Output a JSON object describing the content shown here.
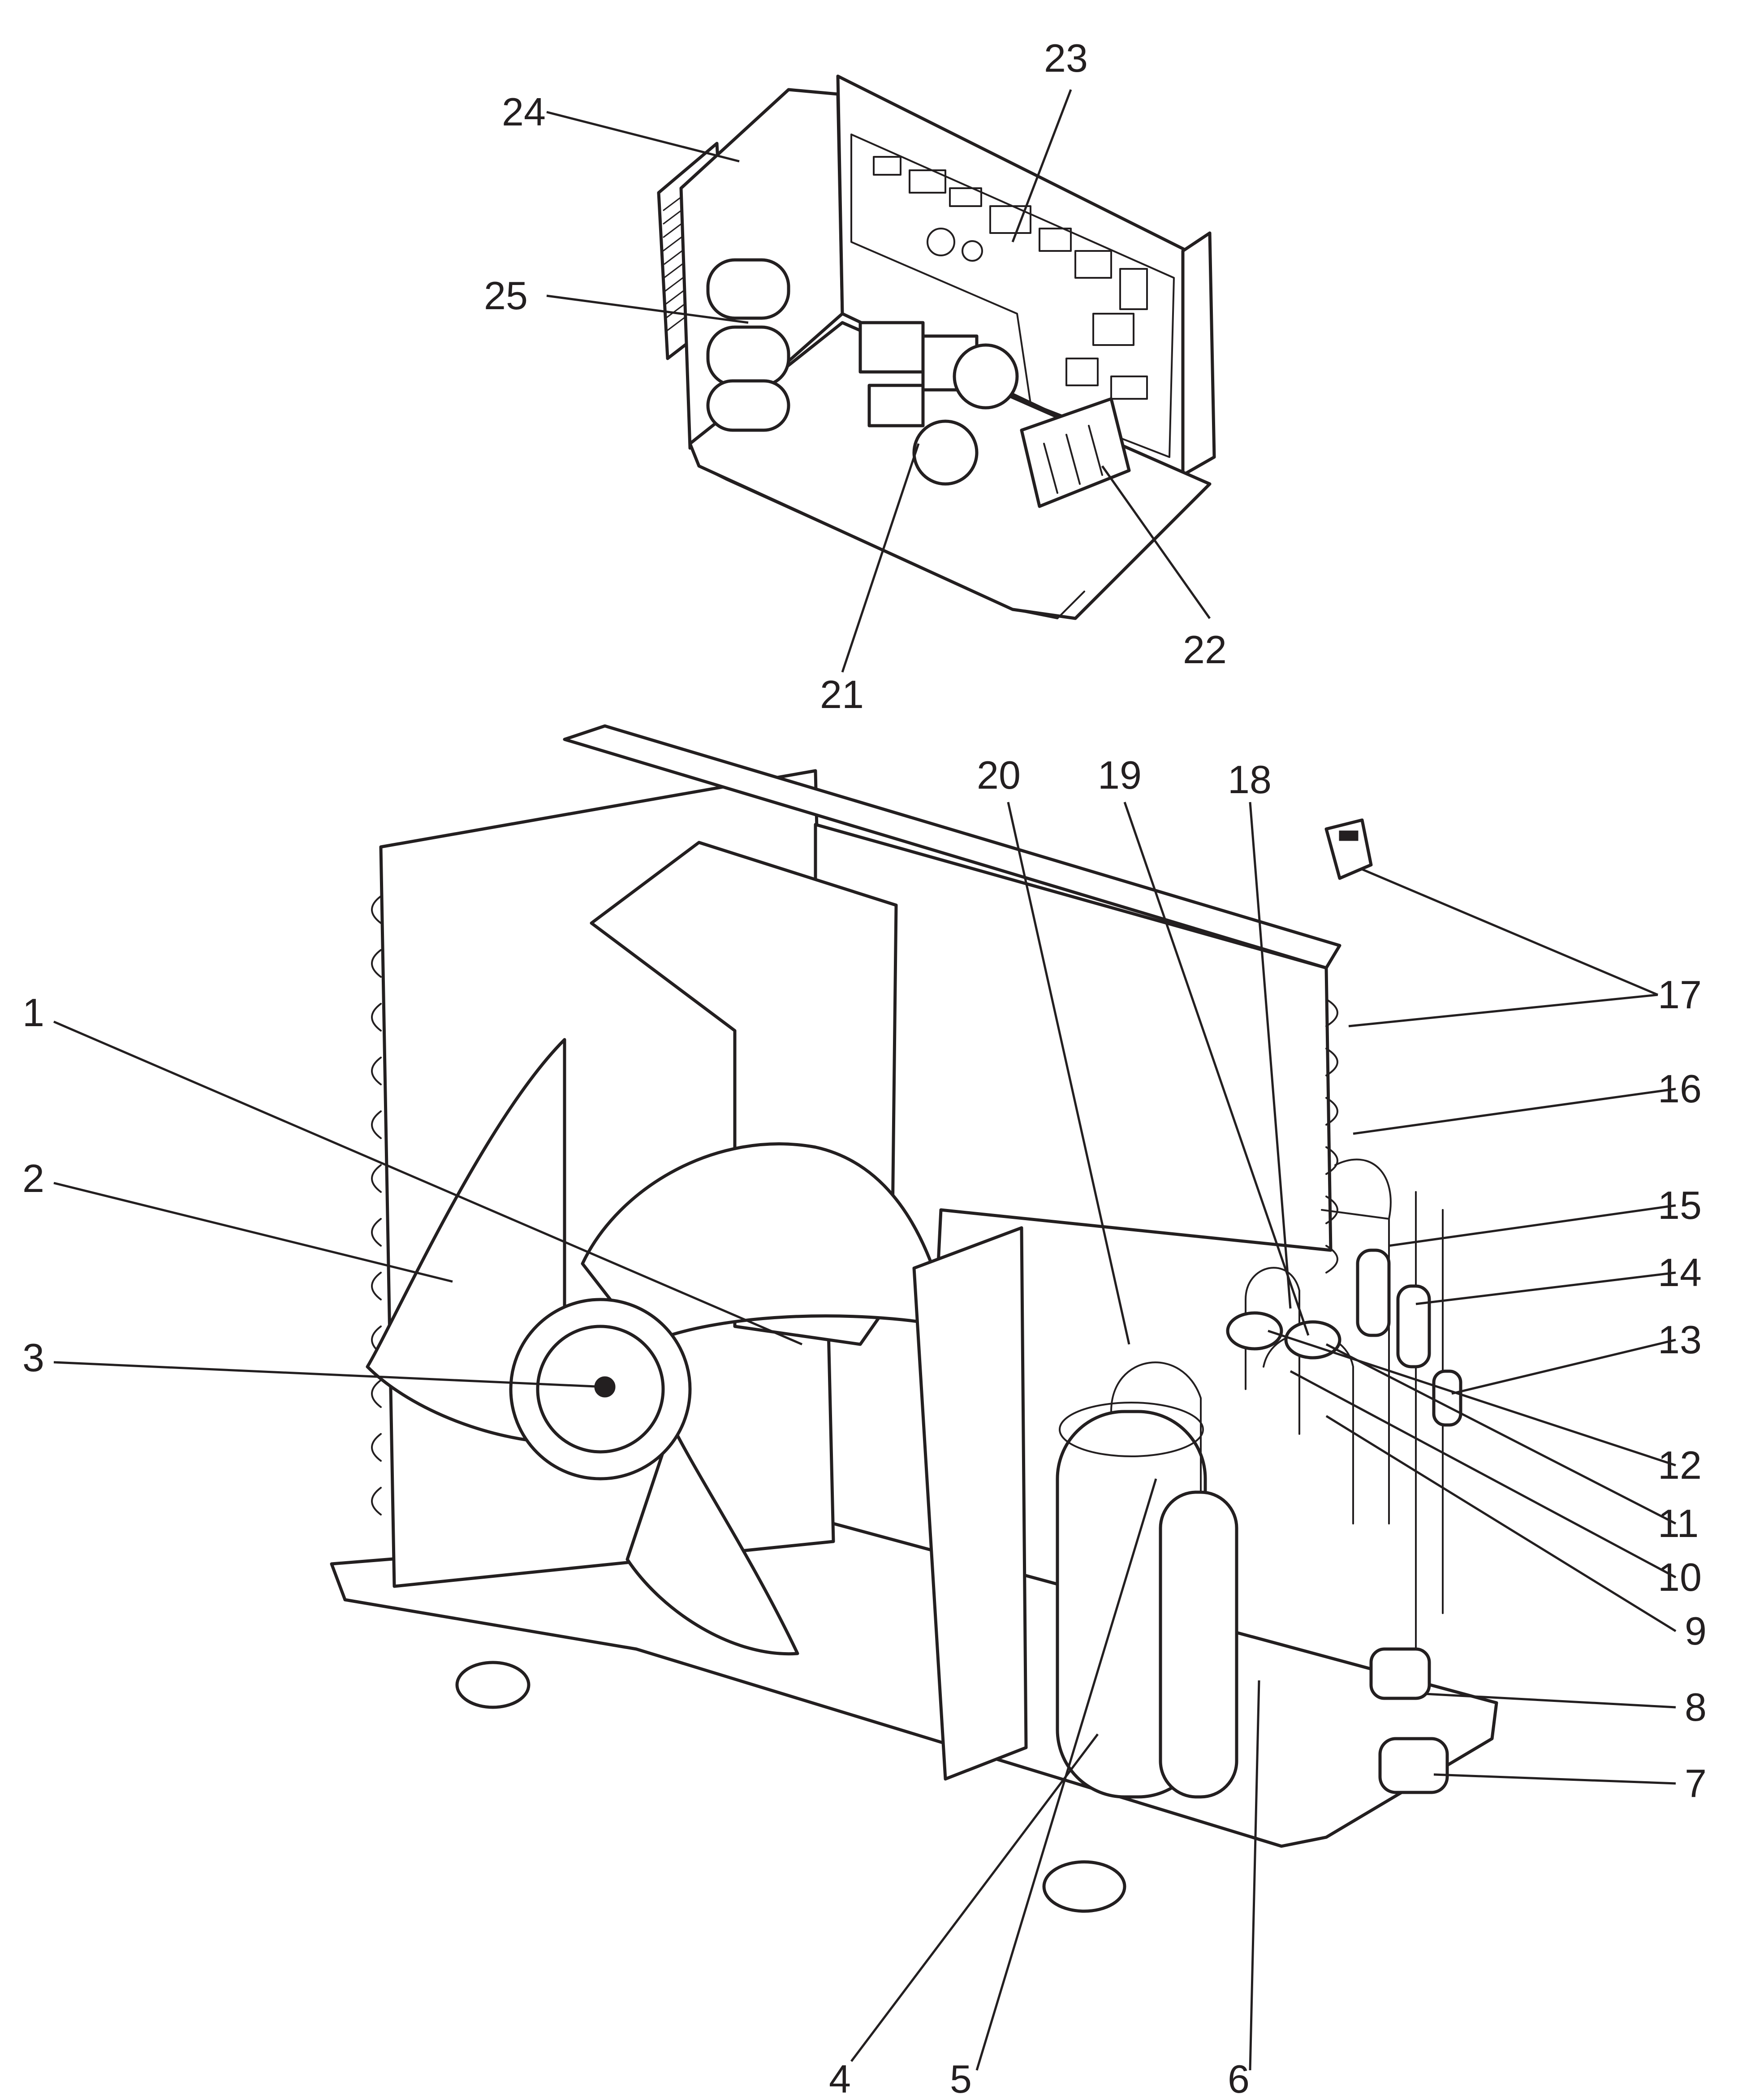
{
  "figure": {
    "colors": {
      "line": "#231f20",
      "background": "#ffffff"
    },
    "callouts": [
      {
        "label": "1"
      },
      {
        "label": "2"
      },
      {
        "label": "3"
      },
      {
        "label": "4"
      },
      {
        "label": "5"
      },
      {
        "label": "6"
      },
      {
        "label": "7"
      },
      {
        "label": "8"
      },
      {
        "label": "9"
      },
      {
        "label": "10"
      },
      {
        "label": "11"
      },
      {
        "label": "12"
      },
      {
        "label": "13"
      },
      {
        "label": "14"
      },
      {
        "label": "15"
      },
      {
        "label": "16"
      },
      {
        "label": "17"
      },
      {
        "label": "18"
      },
      {
        "label": "19"
      },
      {
        "label": "20"
      },
      {
        "label": "21"
      },
      {
        "label": "22"
      },
      {
        "label": "23"
      },
      {
        "label": "24"
      },
      {
        "label": "25"
      }
    ]
  }
}
